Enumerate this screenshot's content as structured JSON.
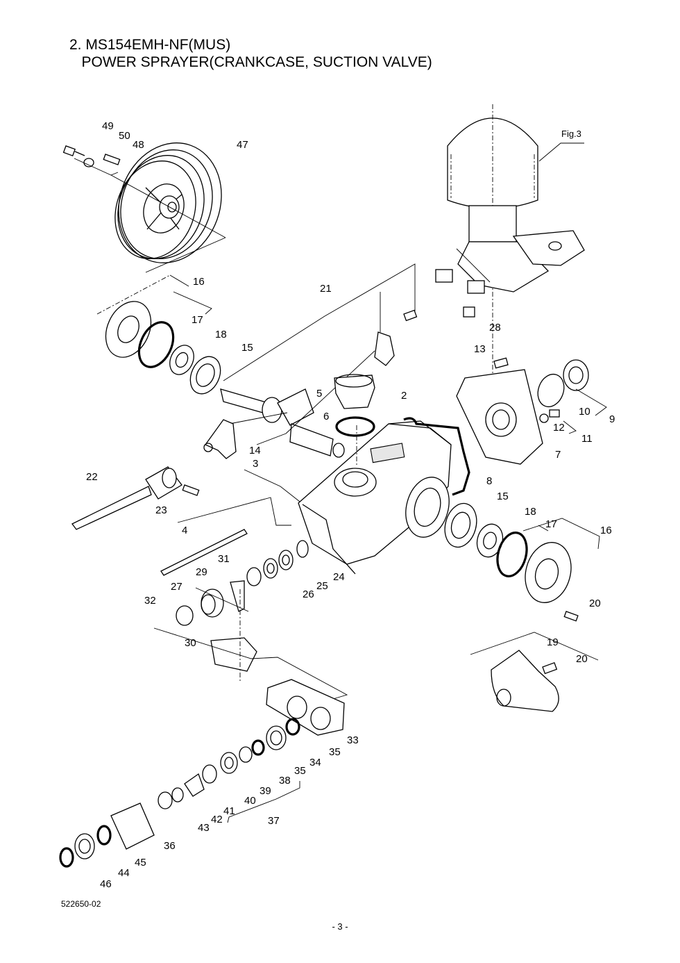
{
  "header": {
    "line1": "2. MS154EMH-NF(MUS)",
    "line2": "   POWER SPRAYER(CRANKCASE, SUCTION VALVE)"
  },
  "footer": {
    "doc_number": "522650-02",
    "page_number": "- 3 -"
  },
  "figure_ref": "Fig.3",
  "parts": [
    {
      "label": "49"
    },
    {
      "label": "50"
    },
    {
      "label": "48"
    },
    {
      "label": "47"
    },
    {
      "label": "16"
    },
    {
      "label": "17"
    },
    {
      "label": "18"
    },
    {
      "label": "15"
    },
    {
      "label": "21"
    },
    {
      "label": "28"
    },
    {
      "label": "13"
    },
    {
      "label": "5"
    },
    {
      "label": "6"
    },
    {
      "label": "2"
    },
    {
      "label": "10"
    },
    {
      "label": "9"
    },
    {
      "label": "12"
    },
    {
      "label": "11"
    },
    {
      "label": "7"
    },
    {
      "label": "14"
    },
    {
      "label": "22"
    },
    {
      "label": "3"
    },
    {
      "label": "8"
    },
    {
      "label": "23"
    },
    {
      "label": "15"
    },
    {
      "label": "18"
    },
    {
      "label": "17"
    },
    {
      "label": "16"
    },
    {
      "label": "4"
    },
    {
      "label": "31"
    },
    {
      "label": "24"
    },
    {
      "label": "25"
    },
    {
      "label": "26"
    },
    {
      "label": "29"
    },
    {
      "label": "27"
    },
    {
      "label": "32"
    },
    {
      "label": "20"
    },
    {
      "label": "30"
    },
    {
      "label": "19"
    },
    {
      "label": "20"
    },
    {
      "label": "33"
    },
    {
      "label": "35"
    },
    {
      "label": "34"
    },
    {
      "label": "35"
    },
    {
      "label": "38"
    },
    {
      "label": "39"
    },
    {
      "label": "40"
    },
    {
      "label": "41"
    },
    {
      "label": "37"
    },
    {
      "label": "42"
    },
    {
      "label": "43"
    },
    {
      "label": "36"
    },
    {
      "label": "45"
    },
    {
      "label": "44"
    },
    {
      "label": "46"
    }
  ]
}
